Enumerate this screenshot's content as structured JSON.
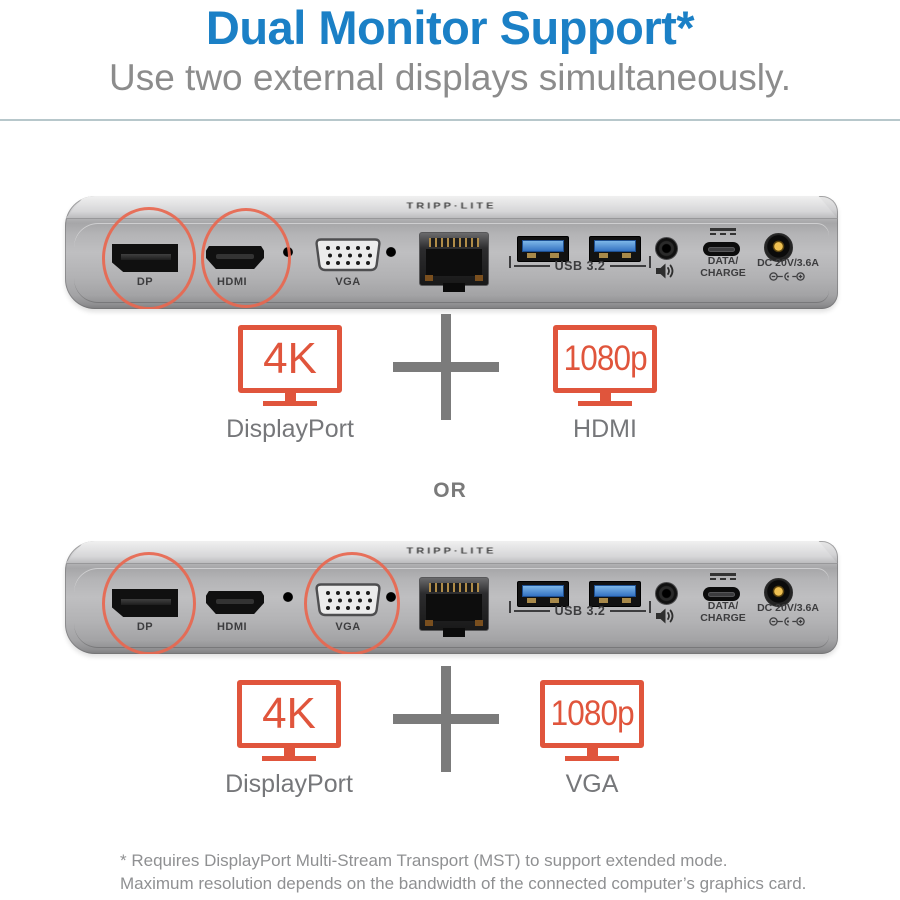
{
  "header": {
    "title": "Dual Monitor Support*",
    "subtitle": "Use two external displays simultaneously."
  },
  "dock": {
    "brand": "TRIPP·LITE",
    "ports": {
      "dp": "DP",
      "hdmi": "HDMI",
      "vga": "VGA",
      "usb": "USB 3.2",
      "data_charge_line1": "DATA/",
      "data_charge_line2": "CHARGE",
      "dc": "DC 20V/3.6A"
    }
  },
  "config1": {
    "monitor1": {
      "resolution": "4K",
      "label": "DisplayPort"
    },
    "monitor2": {
      "resolution": "1080p",
      "label": "HDMI"
    }
  },
  "or_label": "OR",
  "config2": {
    "monitor1": {
      "resolution": "4K",
      "label": "DisplayPort"
    },
    "monitor2": {
      "resolution": "1080p",
      "label": "VGA"
    }
  },
  "footnote": {
    "line1": "* Requires DisplayPort Multi-Stream Transport (MST) to support extended mode.",
    "line2": "Maximum resolution depends on the bandwidth of the connected computer’s graphics card."
  },
  "colors": {
    "accent_blue": "#1b80c6",
    "accent_red": "#e0553c",
    "circle_red": "#e8674f",
    "text_gray": "#8c8c8c"
  }
}
